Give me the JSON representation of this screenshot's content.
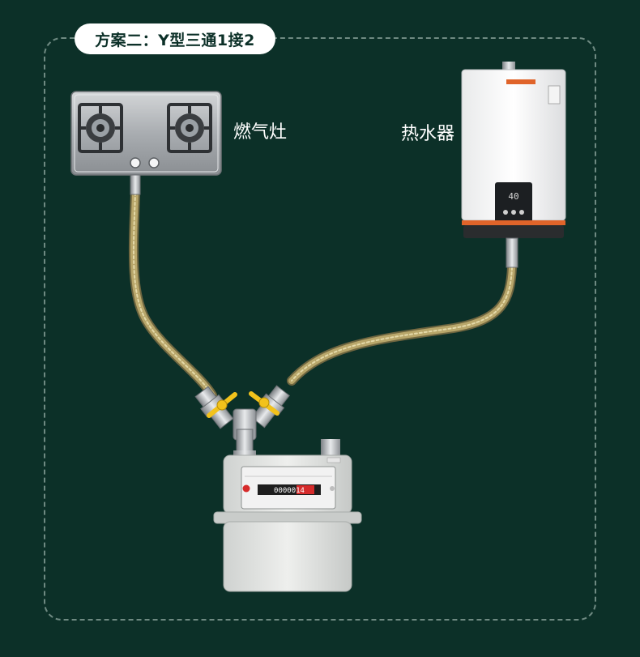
{
  "title": "方案二：Y型三通1接2",
  "labels": {
    "stove": "燃气灶",
    "heater": "热水器"
  },
  "meter": {
    "reading": "0000014",
    "reading_box_digits": "14"
  },
  "colors": {
    "background": "#0c3028",
    "frame_border": "#6f8a82",
    "pill_bg": "#ffffff",
    "hose": "#b8a66a",
    "valve_handle": "#f2c21b",
    "heater_accent": "#e0642a"
  },
  "icons": [
    "stove-icon",
    "water-heater-icon",
    "gas-meter-icon",
    "y-tee-valve-icon",
    "hose-icon"
  ]
}
